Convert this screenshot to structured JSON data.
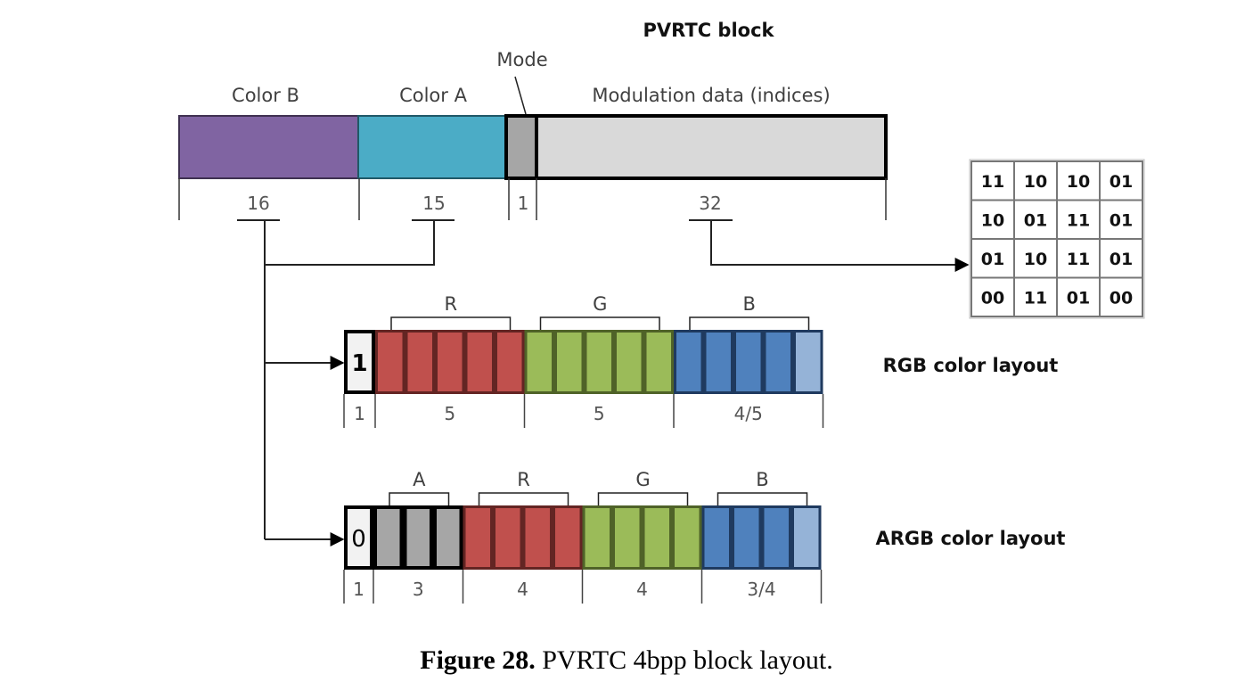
{
  "title": "PVRTC block",
  "block": {
    "fields": [
      {
        "name": "Color B",
        "bits": 16,
        "color": "#8064a2"
      },
      {
        "name": "Color A",
        "bits": 15,
        "color": "#4bacc6"
      },
      {
        "name": "Mode",
        "bits": 1,
        "color": "#a6a6a6"
      },
      {
        "name": "Modulation data (indices)",
        "bits": 32,
        "color": "#d9d9d9"
      }
    ],
    "bit_labels": [
      "16",
      "15",
      "1",
      "32"
    ]
  },
  "modulation_grid": [
    [
      "11",
      "10",
      "10",
      "01"
    ],
    [
      "10",
      "01",
      "11",
      "01"
    ],
    [
      "01",
      "10",
      "11",
      "01"
    ],
    [
      "00",
      "11",
      "01",
      "00"
    ]
  ],
  "layouts": [
    {
      "name": "RGB color layout",
      "mode_bit": "1",
      "groups": [
        {
          "label": "",
          "bits": 1,
          "bit_label": "1",
          "color": "#f2f2f2",
          "kind": "mode"
        },
        {
          "label": "R",
          "bits": 5,
          "bit_label": "5",
          "color": "#c0504d",
          "kind": "red"
        },
        {
          "label": "G",
          "bits": 5,
          "bit_label": "5",
          "color": "#9bbb59",
          "kind": "green"
        },
        {
          "label": "B",
          "bits": 5,
          "bit_label": "4/5",
          "color": "#4f81bd",
          "kind": "blue"
        }
      ]
    },
    {
      "name": "ARGB color layout",
      "mode_bit": "0",
      "groups": [
        {
          "label": "",
          "bits": 1,
          "bit_label": "1",
          "color": "#f2f2f2",
          "kind": "mode"
        },
        {
          "label": "A",
          "bits": 3,
          "bit_label": "3",
          "color": "#a6a6a6",
          "kind": "alpha"
        },
        {
          "label": "R",
          "bits": 4,
          "bit_label": "4",
          "color": "#c0504d",
          "kind": "red"
        },
        {
          "label": "G",
          "bits": 4,
          "bit_label": "4",
          "color": "#9bbb59",
          "kind": "green"
        },
        {
          "label": "B",
          "bits": 4,
          "bit_label": "3/4",
          "color": "#4f81bd",
          "kind": "blue"
        }
      ]
    }
  ],
  "optional_bit_color": "#95b3d7",
  "caption": {
    "label": "Figure 28.",
    "text": " PVRTC 4bpp block layout."
  }
}
